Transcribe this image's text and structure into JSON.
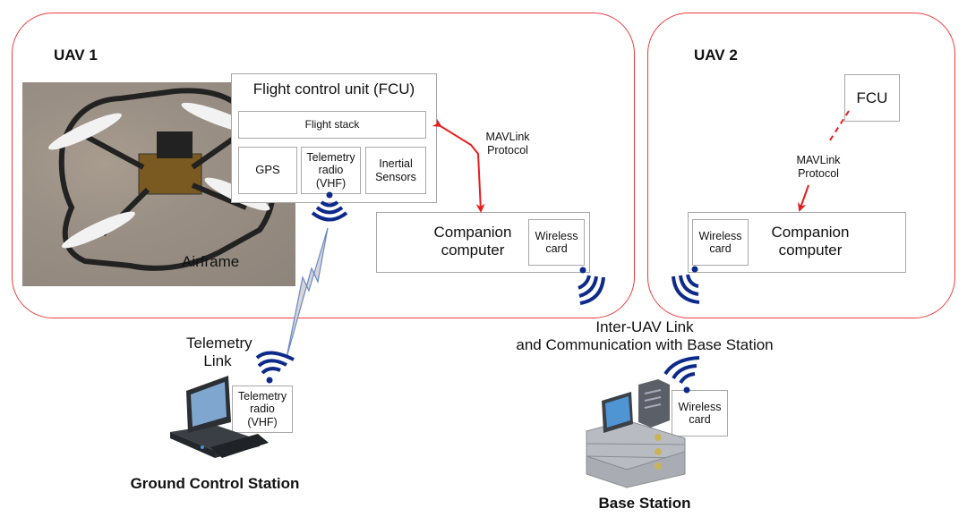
{
  "uav1": {
    "title": "UAV 1",
    "airframe_label": "Airframe",
    "fcu": {
      "title": "Flight control unit (FCU)",
      "flight_stack": "Flight stack",
      "gps": "GPS",
      "telemetry_radio": "Telemetry radio (VHF)",
      "inertial_sensors": "Inertial Sensors"
    },
    "mavlink_label": "MAVLink Protocol",
    "companion_computer": "Companion computer",
    "wireless_card": "Wireless card"
  },
  "uav2": {
    "title": "UAV 2",
    "fcu": "FCU",
    "mavlink_label": "MAVLink Protocol",
    "companion_computer": "Companion computer",
    "wireless_card": "Wireless card"
  },
  "ground_station": {
    "link_label": "Telemetry Link",
    "telemetry_radio": "Telemetry radio (VHF)",
    "title": "Ground Control Station"
  },
  "base_station": {
    "link_label_line1": "Inter-UAV Link",
    "link_label_line2": "and Communication with Base Station",
    "wireless_card": "Wireless card",
    "title": "Base Station"
  },
  "colors": {
    "uav_border": "#ee3b3b",
    "mavlink_arrow": "#e81c1c",
    "wifi": "#0d2a8a",
    "box_border": "#a8a8a8"
  }
}
